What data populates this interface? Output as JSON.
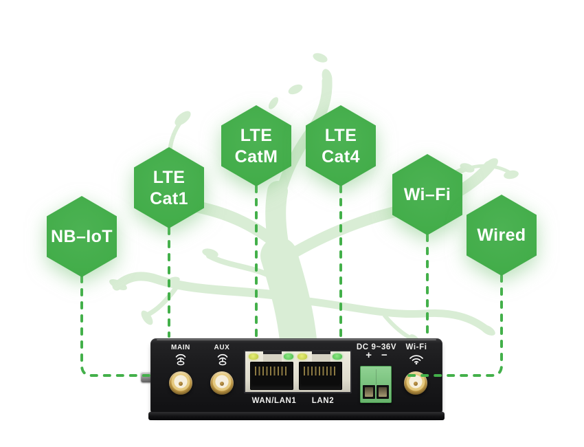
{
  "badges": [
    {
      "id": "nb-iot",
      "lines": [
        "NB–IoT"
      ]
    },
    {
      "id": "lte-cat1",
      "lines": [
        "LTE",
        "Cat1"
      ]
    },
    {
      "id": "lte-catm",
      "lines": [
        "LTE",
        "CatM"
      ]
    },
    {
      "id": "lte-cat4",
      "lines": [
        "LTE",
        "Cat4"
      ]
    },
    {
      "id": "wi-fi",
      "lines": [
        "Wi–Fi"
      ]
    },
    {
      "id": "wired",
      "lines": [
        "Wired"
      ]
    }
  ],
  "device": {
    "main_label": "MAIN",
    "aux_label": "AUX",
    "wan_lan1_label": "WAN/LAN1",
    "lan2_label": "LAN2",
    "power_label": "DC 9~36V",
    "power_plus": "+",
    "power_minus": "−",
    "wifi_label": "Wi-Fi"
  },
  "icons": {
    "main_port": "antenna-icon",
    "aux_port": "antenna-icon",
    "wifi_port": "wifi-icon"
  },
  "colors": {
    "badge_green": "#43ad4a",
    "dashed_line_green": "#43b04a",
    "tree_green": "#d9edd5",
    "panel_black": "#1a1a1c",
    "bezel_ivory": "#e9e6da",
    "terminal_green": "#7cc47f",
    "led_yellow": "#c9d44f",
    "led_green": "#5ecd5f",
    "connector_gold": "#d1a858"
  }
}
